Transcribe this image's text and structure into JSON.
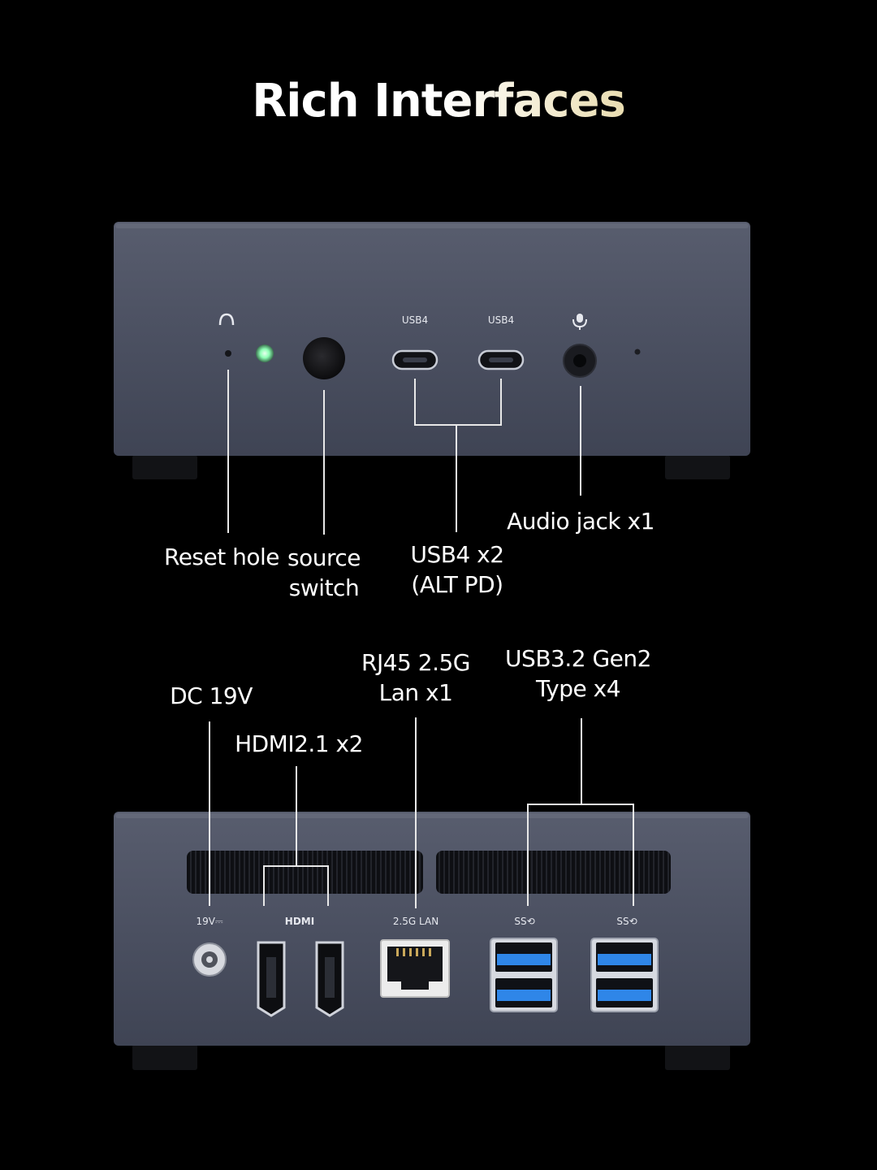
{
  "title": "Rich Interfaces",
  "front_panel": {
    "port_markings": {
      "usb4_left": "USB4",
      "usb4_right": "USB4"
    },
    "callouts": {
      "reset_hole": "Reset hole",
      "source_switch_line1": "source",
      "source_switch_line2": "switch",
      "usb4_line1": "USB4 x2",
      "usb4_line2": "(ALT PD)",
      "audio_jack": "Audio jack x1"
    },
    "icons": [
      "headphone-icon",
      "microphone-icon"
    ]
  },
  "rear_panel": {
    "port_markings": {
      "dc": "19V⎓",
      "hdmi": "HDMI",
      "lan": "2.5G LAN",
      "usb_left": "SS⟲",
      "usb_right": "SS⟲"
    },
    "callouts": {
      "dc": "DC 19V",
      "hdmi": "HDMI2.1 x2",
      "rj45_line1": "RJ45 2.5G",
      "rj45_line2": "Lan x1",
      "usb32_line1": "USB3.2 Gen2",
      "usb32_line2": "Type x4"
    }
  },
  "colors": {
    "background": "#000000",
    "chassis": "#4b5061",
    "usb_blue": "#2f86e8",
    "led": "#8dffb4",
    "title_gold": "#d9c27e"
  }
}
